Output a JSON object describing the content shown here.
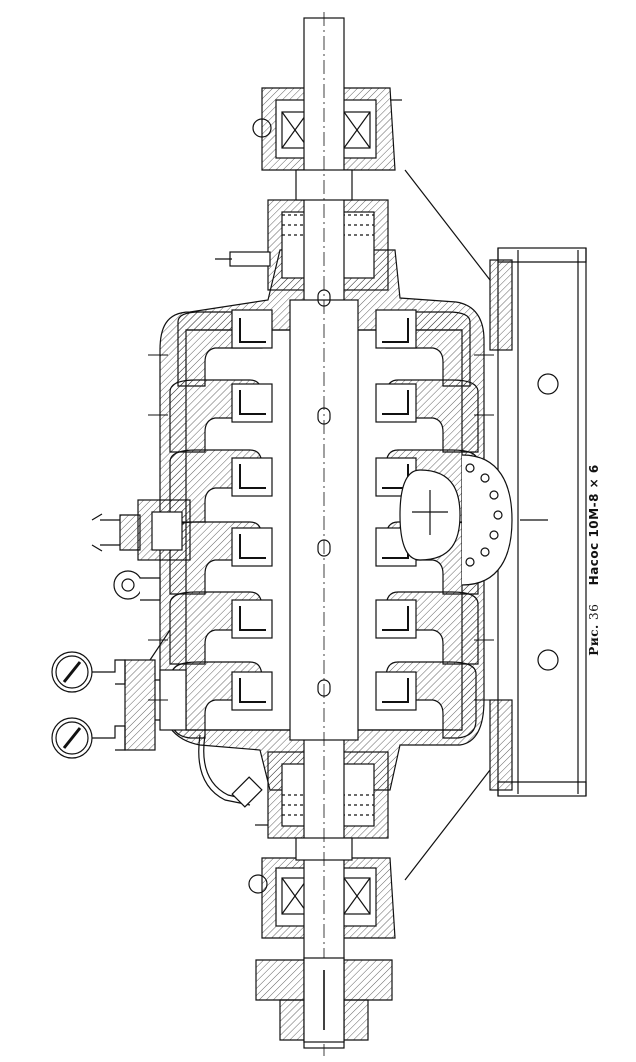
{
  "figure": {
    "caption_prefix": "Рис.",
    "caption_number": "36",
    "caption_title": "Насос 10М-8 × 6"
  }
}
